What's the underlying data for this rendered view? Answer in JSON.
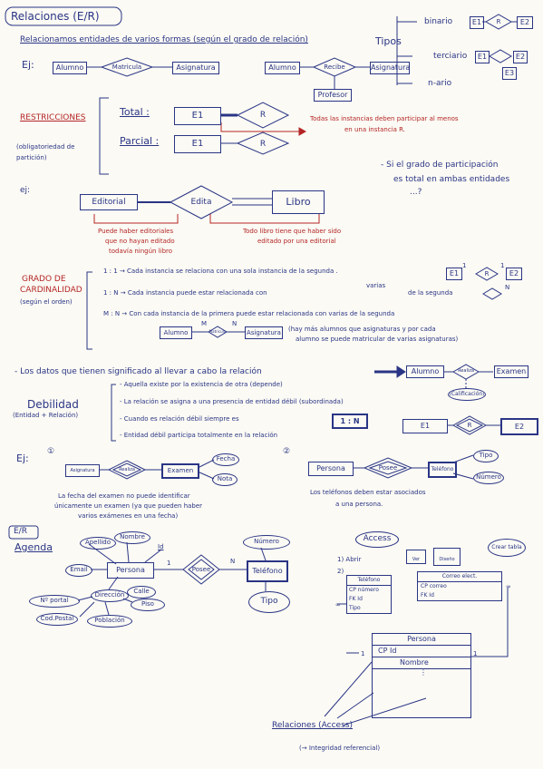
{
  "colors": {
    "ink": "#2a3585",
    "red": "#b42525",
    "paper": "#fbfaf4"
  },
  "header": {
    "title": "Relaciones (E/R)",
    "subtitle": "Relacionamos entidades de varios formas (según el grado de relación)",
    "tipos": "Tipos"
  },
  "tipos": {
    "binario": "binario",
    "ternario": "terciario",
    "n_ario": "n-ario",
    "e1": "E1",
    "r": "R",
    "e2": "E2",
    "e3": "E3"
  },
  "ejemplo1": {
    "label": "Ej:",
    "alumno": "Alumno",
    "matricula": "Matricula",
    "asignatura": "Asignatura",
    "alumno2": "Alumno",
    "recibe": "Recibe",
    "asignatura2": "Asignatura",
    "profesor": "Profesor"
  },
  "restricciones": {
    "title": "RESTRICCIONES",
    "subtitle": "(obligatoriedad de partición)",
    "total": "Total :",
    "parcial": "Parcial :",
    "e1": "E1",
    "r": "R",
    "e1b": "E1",
    "rb": "R",
    "total_note_1": "Todas las instancias deben participar al menos",
    "total_note_2": "en una instancia R.",
    "question_1": "- Si el grado de participación",
    "question_2": "es total en ambas entidades",
    "question_3": "...?"
  },
  "editorial": {
    "ej": "ej:",
    "editorial": "Editorial",
    "edita": "Edita",
    "libro": "Libro",
    "note_left_1": "Puede haber editoriales",
    "note_left_2": "que no hayan editado",
    "note_left_3": "todavía ningún libro",
    "note_right_1": "Todo libro tiene que haber sido",
    "note_right_2": "editado por una editorial"
  },
  "cardinalidad": {
    "title_1": "GRADO DE",
    "title_2": "CARDINALIDAD",
    "title_3": "(según el orden)",
    "l11": "1 : 1  → Cada instancia se relaciona con una sola instancia de la segunda .",
    "l1n": "1 : N  → Cada instancia puede estar relacionada con",
    "l1n_b": "varias",
    "l1n_c": "de la segunda",
    "lmn": "M : N  → Con cada instancia de la primera puede estar relacionada con varias de la segunda",
    "alumno": "Alumno",
    "asignatura": "Asignatura",
    "rel": "Matricula",
    "m": "M",
    "n": "N",
    "note_1": "(hay más alumnos que asignaturas y por cada",
    "note_2": "alumno se puede matricular de varias asignaturas)",
    "e1": "E1",
    "r": "R",
    "e2": "E2",
    "one": "1",
    "one_b": "1",
    "n_label": "N"
  },
  "datos": {
    "line": "- Los datos que tienen significado al llevar a cabo la relación",
    "alumno": "Alumno",
    "examen": "Examen",
    "rel": "Realiza",
    "attr": "(Calificación)"
  },
  "debilidad": {
    "title": "Debilidad",
    "subtitle": "(Entidad + Relación)",
    "b1": "- Aquella existe por la existencia de otra (depende)",
    "b2": "- La relación se asigna a una presencia de entidad débil (subordinada)",
    "b3": "- Cuando es relación débil siempre es",
    "b3_box": "1 : N",
    "b4": "- Entidad débil participa totalmente en la relación",
    "e1": "E1",
    "r": "R",
    "e2": "E2"
  },
  "ej_debil": {
    "ej": "Ej:",
    "n1": "①",
    "n2": "②",
    "asignatura": "Asignatura",
    "realiza": "Realiza",
    "examen": "Examen",
    "fecha": "Fecha",
    "nota": "Nota",
    "note1_1": "La fecha del examen no puede identificar",
    "note1_2": "únicamente un examen (ya que pueden haber",
    "note1_3": "varios exámenes en una fecha)",
    "persona": "Persona",
    "posee": "Posee",
    "telefono": "Teléfono",
    "tipo": "Tipo",
    "numero": "Número",
    "note2_1": "Los teléfonos deben estar asociados",
    "note2_2": "a una persona."
  },
  "agenda": {
    "er": "E/R",
    "title": "Agenda",
    "apellido": "Apellido",
    "nombre": "Nombre",
    "id": "Id",
    "email": "Email",
    "persona": "Persona",
    "direccion": "Dirección",
    "num_portal": "Nº portal",
    "piso": "Piso",
    "cod_postal": "Cod.Postal",
    "poblacion": "Población",
    "calle": "Calle",
    "posee": "Posee",
    "one": "1",
    "n": "N",
    "numero": "Número",
    "telefono": "Teléfono",
    "tipo": "Tipo"
  },
  "access": {
    "title": "Access",
    "s1": "1) Abrir",
    "s2": "2)",
    "ver": "Ver",
    "diseno": "Diseño",
    "crear": "Crear tabla",
    "tel_title": "Teléfono",
    "tel_rows": [
      "CP número",
      "FK Id",
      "Tipo"
    ],
    "correo_title": "Correo elect.",
    "correo_rows": [
      "CP correo",
      "FK Id"
    ],
    "persona_title": "Persona",
    "persona_rows": [
      "CP  Id",
      "Nombre"
    ],
    "one_a": "1",
    "one_b": "1",
    "inf_a": "∞",
    "inf_b": "∞",
    "relaciones": "Relaciones (Access)",
    "integridad": "(→ Integridad referencial)"
  }
}
